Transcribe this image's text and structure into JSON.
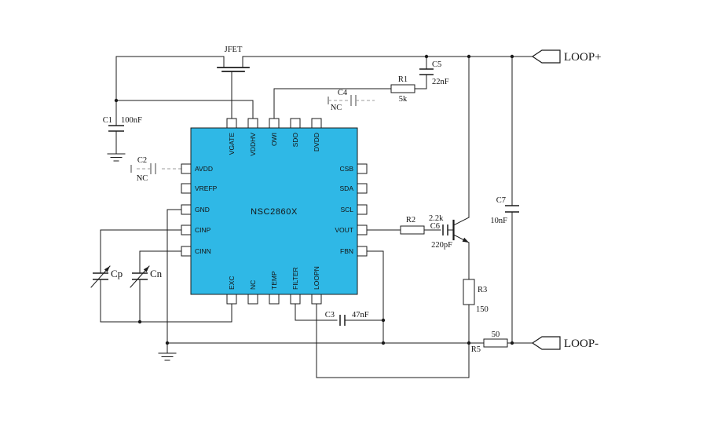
{
  "ic": {
    "name": "NSC2860X",
    "pins": {
      "left": [
        "AVDD",
        "VREFP",
        "GND",
        "CINP",
        "CINN"
      ],
      "right": [
        "CSB",
        "SDA",
        "SCL",
        "VOUT",
        "FBN"
      ],
      "top": [
        "VGATE",
        "VDDHV",
        "OWI",
        "SDO",
        "DVDD"
      ],
      "bottom": [
        "EXC",
        "NC",
        "TEMP",
        "FILTER",
        "LOOPN"
      ]
    }
  },
  "components": {
    "jfet": {
      "label": "JFET"
    },
    "c1": {
      "ref": "C1",
      "value": "100nF"
    },
    "c2": {
      "ref": "C2",
      "value": "NC"
    },
    "c3": {
      "ref": "C3",
      "value": "47nF"
    },
    "c4": {
      "ref": "C4",
      "value": "NC"
    },
    "c5": {
      "ref": "C5",
      "value": "22nF"
    },
    "c6": {
      "ref": "C6",
      "value": "220pF"
    },
    "c7": {
      "ref": "C7",
      "value": "10nF"
    },
    "r1": {
      "ref": "R1",
      "value": "5k"
    },
    "r2": {
      "ref": "R2",
      "value": "2.2k"
    },
    "r3": {
      "ref": "R3",
      "value": "150"
    },
    "r5": {
      "ref": "R5",
      "value": "50"
    },
    "cp": {
      "ref": "Cp"
    },
    "cn": {
      "ref": "Cn"
    }
  },
  "connectors": {
    "loop_plus": "LOOP+",
    "loop_minus": "LOOP-"
  },
  "colors": {
    "ic_fill": "#2FB8E6"
  }
}
